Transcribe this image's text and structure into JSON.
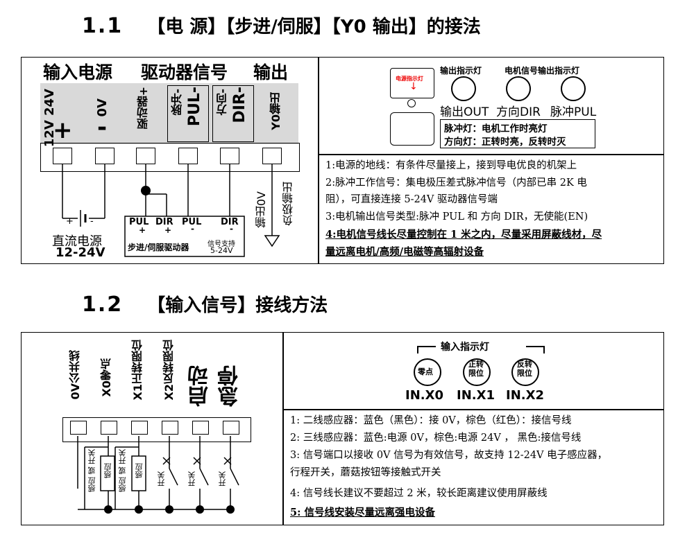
{
  "section1": {
    "heading_num": "1.1",
    "heading_text": "【电 源】【步进/伺服】【Y0 输出】的接法",
    "header_labels": [
      "输入电源",
      "驱动器信号",
      "输出"
    ],
    "terminals": {
      "power_plus": "12V 24V",
      "plus_sign": "+",
      "power_0v": "0V",
      "minus_sign": "-",
      "driver_plus": "驱动器+",
      "pulse_cn": "脉冲-",
      "pulse_en": "PUL-",
      "dir_cn": "方向-",
      "dir_en": "DIR-",
      "y0": "Y0输出"
    },
    "bottom": {
      "dc_plus": "+",
      "dc_minus": "-",
      "dc_label": "直流电源",
      "dc_volt": "12-24V",
      "pul1": "PUL",
      "dir1": "DIR",
      "pul2": "PUL",
      "dir2": "DIR",
      "plus1": "+",
      "plus2": "+",
      "minus1": "-",
      "minus2": "-",
      "driver_label": "步进/伺服驱动器",
      "signal_support": "信号支持",
      "signal_volt": "5-24V",
      "out0v": "输出0V",
      "neg_out": "负极输出"
    },
    "indicator_panel": {
      "power_led": "电源指示灯",
      "out_led": "输出指示灯",
      "motor_led": "电机信号输出指示灯",
      "labels": [
        "输出OUT",
        "方向DIR",
        "脉冲PUL"
      ],
      "legend1": "脉冲灯：电机工作时亮灯",
      "legend2": "方向灯：正转时亮，反转时灭"
    },
    "notes": [
      "1:电源的地线：有条件尽量接上，接到导电优良的机架上",
      "2:脉冲工作信号：集电极压差式脉冲信号（内部已串 2K 电",
      "阻），可直接连接 5-24V 驱动器信号端",
      "3:电机输出信号类型:脉冲 PUL 和 方向 DIR，无使能(EN)",
      "4:电机信号线长尽量控制在 1 米之内，尽量采用屏蔽线材，尽",
      "量远离电机/高频/电磁等高辐射设备"
    ]
  },
  "section2": {
    "heading_num": "1.2",
    "heading_text": "【输入信号】接线方法",
    "terminals": [
      "0V公共线",
      "X0零点",
      "X1正转限位",
      "X2反转限位",
      "启动",
      "急停"
    ],
    "sensor_text": {
      "sense_or": "感应 或 开关",
      "sense": "感应",
      "switch": "开关"
    },
    "indicator_panel": {
      "title": "输入指示灯",
      "leds": [
        "零点",
        "正转限位",
        "反转限位"
      ],
      "labels": [
        "IN.X0",
        "IN.X1",
        "IN.X2"
      ]
    },
    "notes": [
      "1:  二线感应器：蓝色（黑色）：接 0V，棕色（红色）：接信号线",
      "2:  三线感应器：蓝色:电源 0V，棕色:电源 24V ， 黑色:接信号线",
      "3: 信号端口以接收 0V 信号为有效信号，故支持 12-24V 电子感应器，",
      "行程开关，蘑菇按钮等接触式开关",
      "4:  信号线长建议不要超过 2 米，较长距离建议使用屏蔽线",
      "5:  信号线安装尽量远离强电设备"
    ]
  }
}
